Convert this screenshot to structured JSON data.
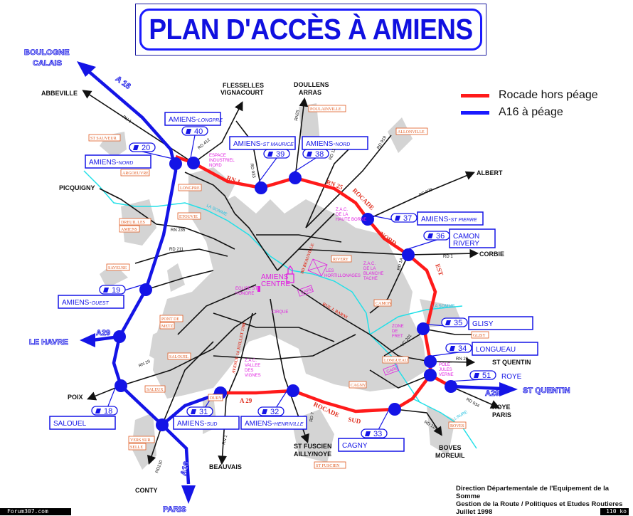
{
  "title": "PLAN D'ACCÈS À AMIENS",
  "legend": [
    {
      "label": "Rocade hors péage",
      "color": "#ff1a1a"
    },
    {
      "label": "A16 à péage",
      "color": "#1a1aff"
    }
  ],
  "colors": {
    "motorway": "#1414e6",
    "rocade": "#ff1a1a",
    "river": "#22e0e8",
    "urban": "#d4d4d4",
    "locality": "#e05a20",
    "poi": "#e020e0"
  },
  "exits": [
    {
      "num": "40",
      "name": "AMIENS-",
      "suffix": "LONGPRE"
    },
    {
      "num": "20",
      "name": "AMIENS-",
      "suffix": "NORD"
    },
    {
      "num": "39",
      "name": "AMIENS-",
      "suffix": "St MAURICE"
    },
    {
      "num": "38",
      "name": "AMIENS-",
      "suffix": "NORD"
    },
    {
      "num": "37",
      "name": "AMIENS-",
      "suffix": "St PIERRE"
    },
    {
      "num": "36",
      "name": "CAMON",
      "suffix": "RIVERY"
    },
    {
      "num": "19",
      "name": "AMIENS-",
      "suffix": "OUEST"
    },
    {
      "num": "35",
      "name": "GLISY",
      "suffix": ""
    },
    {
      "num": "34",
      "name": "LONGUEAU",
      "suffix": ""
    },
    {
      "num": "51",
      "name": "ROYE",
      "suffix": ""
    },
    {
      "num": "33",
      "name": "CAGNY",
      "suffix": ""
    },
    {
      "num": "31",
      "name": "AMIENS-",
      "suffix": "SUD"
    },
    {
      "num": "32",
      "name": "AMIENS-",
      "suffix": "HENRIVILLE"
    },
    {
      "num": "18",
      "name": "SALOUEL",
      "suffix": ""
    }
  ],
  "motorway_destinations": {
    "north": "BOULOGNE\nCALAIS",
    "north_line1": "BOULOGNE",
    "north_line2": "CALAIS",
    "west": "LE HAVRE",
    "east": "ST QUENTIN",
    "south": "PARIS",
    "a16_north": "A 16",
    "a16_south": "A16",
    "a29_west": "A29",
    "a29_east": "A29"
  },
  "destinations": {
    "abbeville": "ABBEVILLE",
    "flesselles1": "FLESSELLES",
    "flesselles2": "VIGNACOURT",
    "doullens1": "DOULLENS",
    "doullens2": "ARRAS",
    "albert": "ALBERT",
    "picquigny": "PICQUIGNY",
    "corbie": "CORBIE",
    "st_quentin": "ST QUENTIN",
    "roye1": "ROYE",
    "roye2": "PARIS",
    "boves1": "BOVES",
    "boves2": "MOREUIL",
    "st_fuscien1": "ST FUSCIEN",
    "st_fuscien2": "AILLY/NOYE",
    "beauvais": "BEAUVAIS",
    "conty": "CONTY",
    "poix": "POIX"
  },
  "road_labels": {
    "rn1_north": "RN 1",
    "rd412": "RD 412",
    "rd933": "RD 933",
    "rn25_a": "RN25",
    "rd11": "RD 11",
    "rd919": "RD 919",
    "rd929": "RD 929",
    "rn1_roc": "RN 1",
    "rn25_roc": "RN 25",
    "rocade": "ROCADE",
    "nord": "NORD",
    "est": "EST",
    "sud": "SUD",
    "rocade_sud": "ROCADE",
    "a29": "A 29",
    "rd1": "RD 1",
    "rd1a": "RD 1A",
    "rn235": "RN 235",
    "rd211": "RD 211",
    "rn29_w": "RN 29",
    "rn29_e": "RN 29",
    "vc201": "VC 201",
    "rd934": "RD 934",
    "rd116": "RD 116",
    "rd7": "RD 7",
    "rn1_s": "RN 1",
    "rd210": "RD210",
    "av14": "AVENUE 14 JUILLET 1789",
    "rue_barni": "RUE J. BARNI",
    "bd_beauville": "BD BEAUVILLE",
    "la_somme": "LA SOMME",
    "la_somme2": "LA SOMME",
    "avre": "L'AVRE"
  },
  "localities": [
    "ST SAUVEUR",
    "ARGOEUVRE",
    "LONGPRE",
    "ETOUVIE",
    "DREUIL LES",
    "AMIENS",
    "SAVEUSE",
    "PONT DE",
    "METZ",
    "SALOUEL",
    "SALEUX",
    "VERS SUR",
    "SELLE",
    "DURY",
    "ST FUSCIEN",
    "CAGNY",
    "BOVES",
    "LONGUEAU",
    "CAMON",
    "RIVERY",
    "GLISY",
    "ALLONVILLE",
    "POULAINVILLE"
  ],
  "poi": {
    "espace1": "ESPACE",
    "espace2": "INDUSTRIEL",
    "espace3": "NORD",
    "zac_h1": "Z.A.C.",
    "zac_h2": "DE LA",
    "zac_h3": "HAUTE BORNE",
    "zac_b1": "Z.A.C.",
    "zac_b2": "DE LA",
    "zac_b3": "BLANCHE",
    "zac_b4": "TACHE",
    "hortillonages1": "LES",
    "hortillonages2": "HORTILLONAGES",
    "centre1": "AMIENS",
    "centre2": "CENTRE",
    "eglise1": "EGLISE ST",
    "eglise2": "HONORE",
    "cirque": "CIRQUE",
    "gare": "GARE",
    "gare2": "GARE",
    "fret1": "ZONE",
    "fret2": "DE",
    "fret3": "FRET",
    "pole1": "POLE",
    "pole2": "JULES",
    "pole3": "VERNE",
    "zac_v1": "Z.A.C.",
    "zac_v2": "VALLEE",
    "zac_v3": "DES",
    "zac_v4": "VIGNES"
  },
  "credits": {
    "line1": "Direction Départementale de l'Equipement de la Somme",
    "line2": "Gestion de la Route / Politiques et Etudes Routieres",
    "line3": "Juillet 1998"
  },
  "watermark": "Forum307.com",
  "file_size": "110 ko"
}
